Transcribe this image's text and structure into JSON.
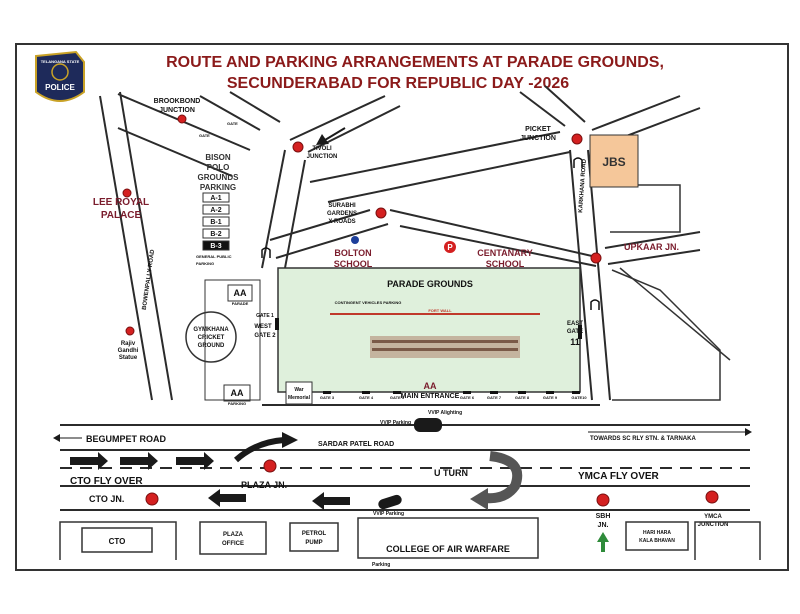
{
  "title": {
    "line1": "ROUTE AND PARKING ARRANGEMENTS AT PARADE GROUNDS,",
    "line2": "SECUNDERABAD FOR REPUBLIC DAY -2026"
  },
  "logo": {
    "top": "TELANGANA STATE",
    "main": "POLICE"
  },
  "junctions": {
    "brookbond": [
      "BROOKBOND",
      "JUNCTION"
    ],
    "tivoli": [
      "TIVOLI",
      "JUNCTION"
    ],
    "picket": [
      "PICKET",
      "JUNCTION"
    ],
    "surabhi": [
      "SURABHI",
      "GARDENS",
      "X ROADS"
    ],
    "upkaar": "UPKAAR JN.",
    "plaza": "PLAZA JN.",
    "cto": "CTO JN.",
    "sbh": [
      "SBH",
      "JN."
    ],
    "ymca": [
      "YMCA",
      "JUNCTION"
    ]
  },
  "places": {
    "jbs": "JBS",
    "lee_royal": [
      "LEE ROYAL",
      "PALACE"
    ],
    "bison": [
      "BISON",
      "POLO",
      "GROUNDS",
      "PARKING"
    ],
    "bolton": [
      "BOLTON",
      "SCHOOL"
    ],
    "centenary": [
      "CENTANARY",
      "SCHOOL"
    ],
    "rajiv": [
      "Rajiv",
      "Gandhi",
      "Statue"
    ],
    "gymkhana": [
      "GYMKHANA",
      "CRICKET",
      "GROUND"
    ],
    "war_memorial": [
      "War",
      "Memorial"
    ],
    "cto_box": "CTO",
    "plaza_office": [
      "PLAZA",
      "OFFICE"
    ],
    "petrol_pump": [
      "PETROL",
      "PUMP"
    ],
    "hari_hara": [
      "HARI HARA",
      "KALA BHAVAN"
    ],
    "college": "COLLEGE OF AIR WARFARE"
  },
  "parking_slots": [
    "A-1",
    "A-2",
    "B-1",
    "B-2",
    "B-3"
  ],
  "general_parking": [
    "GENERAL PUBLIC",
    "PARKING"
  ],
  "aa": {
    "label": "AA",
    "sub1": "PARADE",
    "sub2": "PARKING"
  },
  "parade": {
    "name": "PARADE GROUNDS",
    "contingent": "CONTINGENT VEHICLES PARKING",
    "fort_wall": "FORT WALL",
    "main_entrance": "MAIN ENTRANCE",
    "aa": "AA",
    "gates_bottom": [
      "GATE 3",
      "GATE 4",
      "GATE 5",
      "GATE 6",
      "GATE 7",
      "GATE 8",
      "GATE 9",
      "GATE10"
    ],
    "west_gate": [
      "GATE 1",
      "WEST",
      "GATE 2"
    ],
    "east_gate": [
      "EAST",
      "GATE",
      "11"
    ]
  },
  "roads": {
    "begumpet": "BEGUMPET ROAD",
    "sardar_patel": "SARDAR PATEL ROAD",
    "towards": "TOWARDS SC RLY STN. & TARNAKA",
    "cto_flyover": "CTO FLY OVER",
    "ymca_flyover": "YMCA FLY OVER",
    "u_turn": "U TURN",
    "bowenpally": "BOWENPALLY ROAD",
    "karkhana": "KARKHANA ROAD"
  },
  "misc": {
    "gate": "GATE",
    "vvip_parking": "VVIP Parking",
    "vvip_alighting": "VVIP Alighting",
    "parking": "Parking",
    "p_symbol": "P"
  },
  "colors": {
    "title": "#8b1a1a",
    "junction": "#d42020",
    "maroon": "#7a1c2c",
    "parade_fill": "#dff0dc",
    "jbs_fill": "#f5c79a",
    "road": "#2b2b2b",
    "fort_wall": "#c0392b",
    "bolton_dot": "#1d3f9a"
  }
}
